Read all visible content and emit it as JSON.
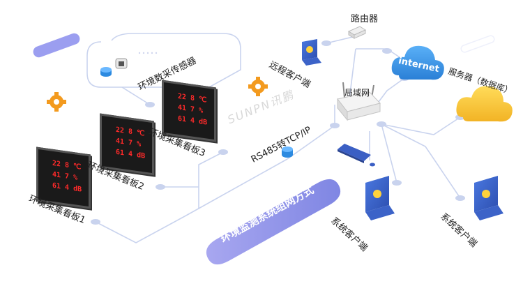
{
  "labels": {
    "router": "路由器",
    "internet": "internet",
    "server": "服务器（数据库）",
    "remote_client": "远程客户端",
    "lan": "局域网",
    "sensor": "环境数采传感器",
    "board3": "环境采集看板3",
    "board2": "环境采集看板2",
    "board1": "环境采集看板1",
    "converter": "RS485转TCP/IP",
    "client1": "系统客户端",
    "client2": "系统客户端",
    "banner": "环境监测系统组网方式",
    "watermark": "SUNPN讯鹏"
  },
  "led_board": {
    "row1": "22 8 ℃",
    "row2": "41 7 %",
    "row3": "61 4 dB"
  },
  "colors": {
    "line": "#c9d3ee",
    "node": "#c9d3ee",
    "banner": "#8f93e8",
    "led_red": "#ff2a2a",
    "cloud_blue": "#3a93e6",
    "cloud_yellow": "#f7c233",
    "gear": "#f39a1e",
    "laptop": "#3c63c8"
  }
}
